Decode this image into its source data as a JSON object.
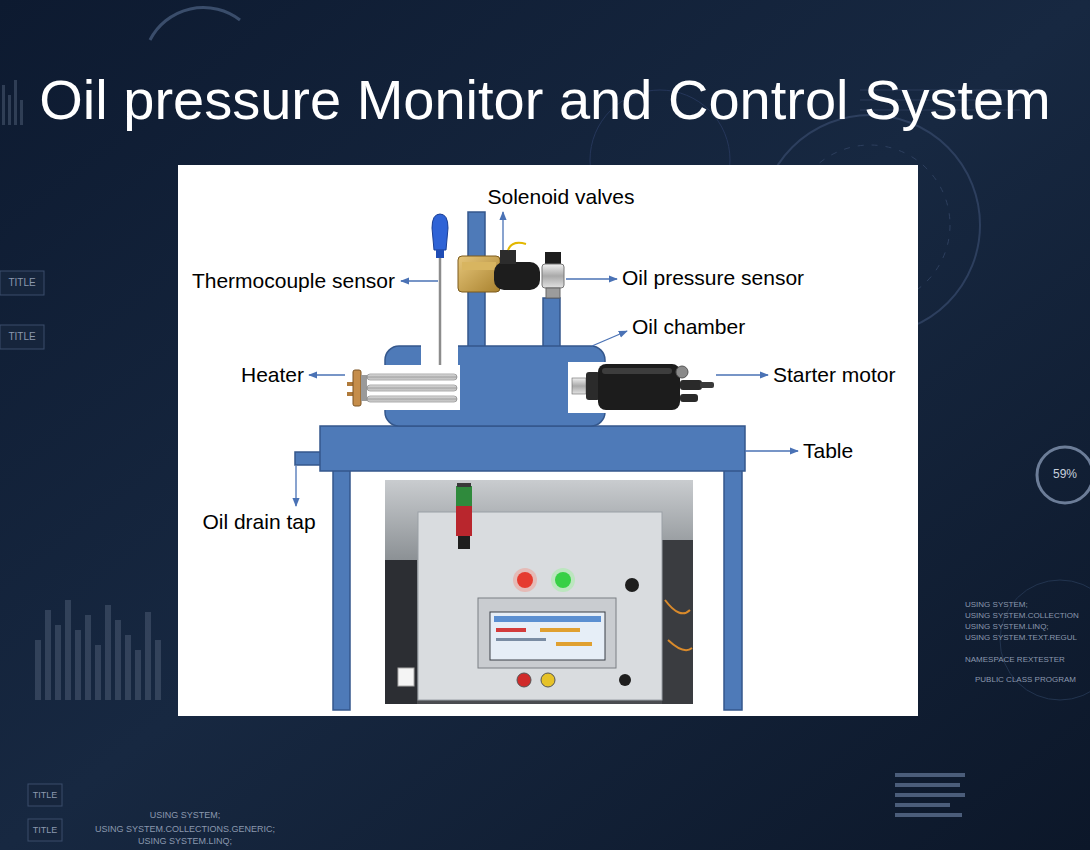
{
  "diagram": {
    "title": "Oil pressure Monitor and Control System",
    "labels": [
      "Solenoid valves",
      "Thermocouple sensor",
      "Oil pressure sensor",
      "Oil chamber",
      "Heater",
      "Starter motor",
      "Table",
      "Oil drain tap",
      "TITLE",
      "TITLE",
      "59%",
      "USING SYSTEM;",
      "USING SYSTEM.COLLECTION",
      "USING SYSTEM.LINQ;",
      "USING SYSTEM.TEXT.REGUL",
      "NAMESPACE REXTESTER",
      "PUBLIC CLASS PROGRAM",
      "TITLE",
      "TITLE",
      "USING SYSTEM;",
      "USING SYSTEM.COLLECTIONS.GENERIC;",
      "USING SYSTEM.LINQ;"
    ]
  }
}
